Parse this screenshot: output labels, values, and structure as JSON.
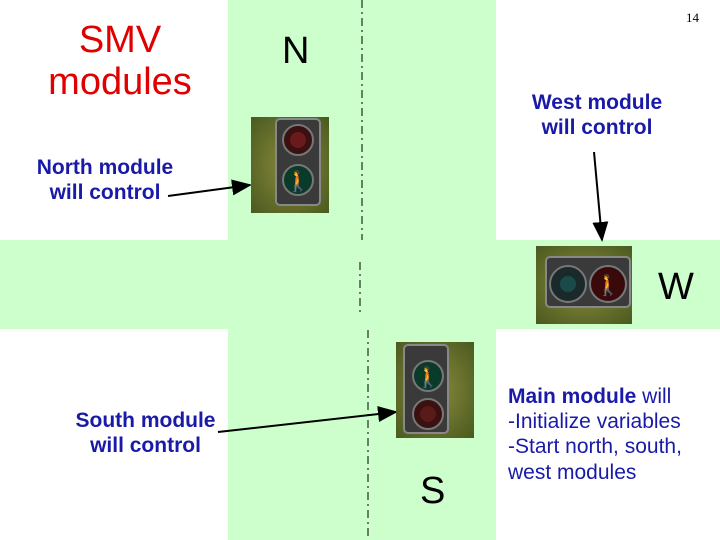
{
  "page_number": "14",
  "title": "SMV\nmodules",
  "directions": {
    "north": "N",
    "west": "W",
    "south": "S"
  },
  "notes": {
    "west": "West module\nwill control",
    "north": "North module\nwill control",
    "south": "South module\nwill control",
    "main_lead": "Main module",
    "main_rest": " will\n-Initialize variables\n-Start north, south,\n  west modules"
  },
  "colors": {
    "road": "#ccffcc",
    "title": "#e00000",
    "notes": "#1a1aa8",
    "red_lamp": "#e02010",
    "green_lamp": "#20c0a0"
  },
  "signals": [
    {
      "name": "north",
      "state": "walk-green"
    },
    {
      "name": "west",
      "state": "stop-red"
    },
    {
      "name": "south",
      "state": "walk-green"
    }
  ]
}
